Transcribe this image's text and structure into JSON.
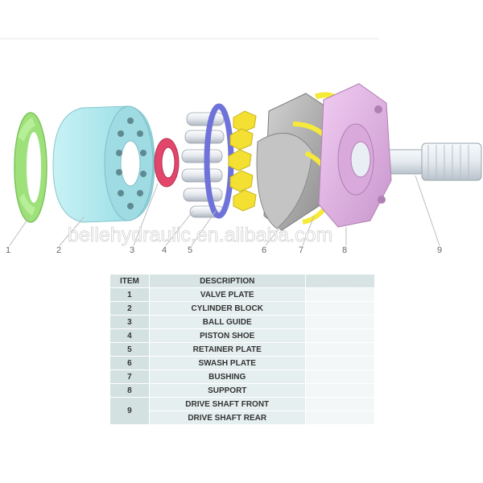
{
  "watermark": "bellehydraulic.en.alibaba.com",
  "colors": {
    "valve_plate": "#9ee07a",
    "cylinder_block": "#a9e6ec",
    "ball_guide": "#e2466a",
    "piston_metal": "#dfe4ea",
    "piston_shoe": "#f3e032",
    "retainer_plate": "#6f72d8",
    "swash_plate": "#b9b9b9",
    "bushing": "#f5ea3a",
    "support": "#e6b7e8",
    "drive_shaft": "#e8eef4"
  },
  "callouts": [
    "1",
    "2",
    "3",
    "4",
    "5",
    "6",
    "7",
    "8",
    "9"
  ],
  "table": {
    "header": {
      "item": "ITEM",
      "description": "DESCRIPTION"
    },
    "rows": [
      {
        "item": "1",
        "description": "VALVE PLATE"
      },
      {
        "item": "2",
        "description": "CYLINDER BLOCK"
      },
      {
        "item": "3",
        "description": "BALL GUIDE"
      },
      {
        "item": "4",
        "description": "PISTON SHOE"
      },
      {
        "item": "5",
        "description": "RETAINER PLATE"
      },
      {
        "item": "6",
        "description": "SWASH PLATE"
      },
      {
        "item": "7",
        "description": "BUSHING"
      },
      {
        "item": "8",
        "description": "SUPPORT"
      },
      {
        "item": "9",
        "description": "DRIVE SHAFT FRONT"
      },
      {
        "item": "",
        "description": "DRIVE SHAFT REAR"
      }
    ]
  }
}
